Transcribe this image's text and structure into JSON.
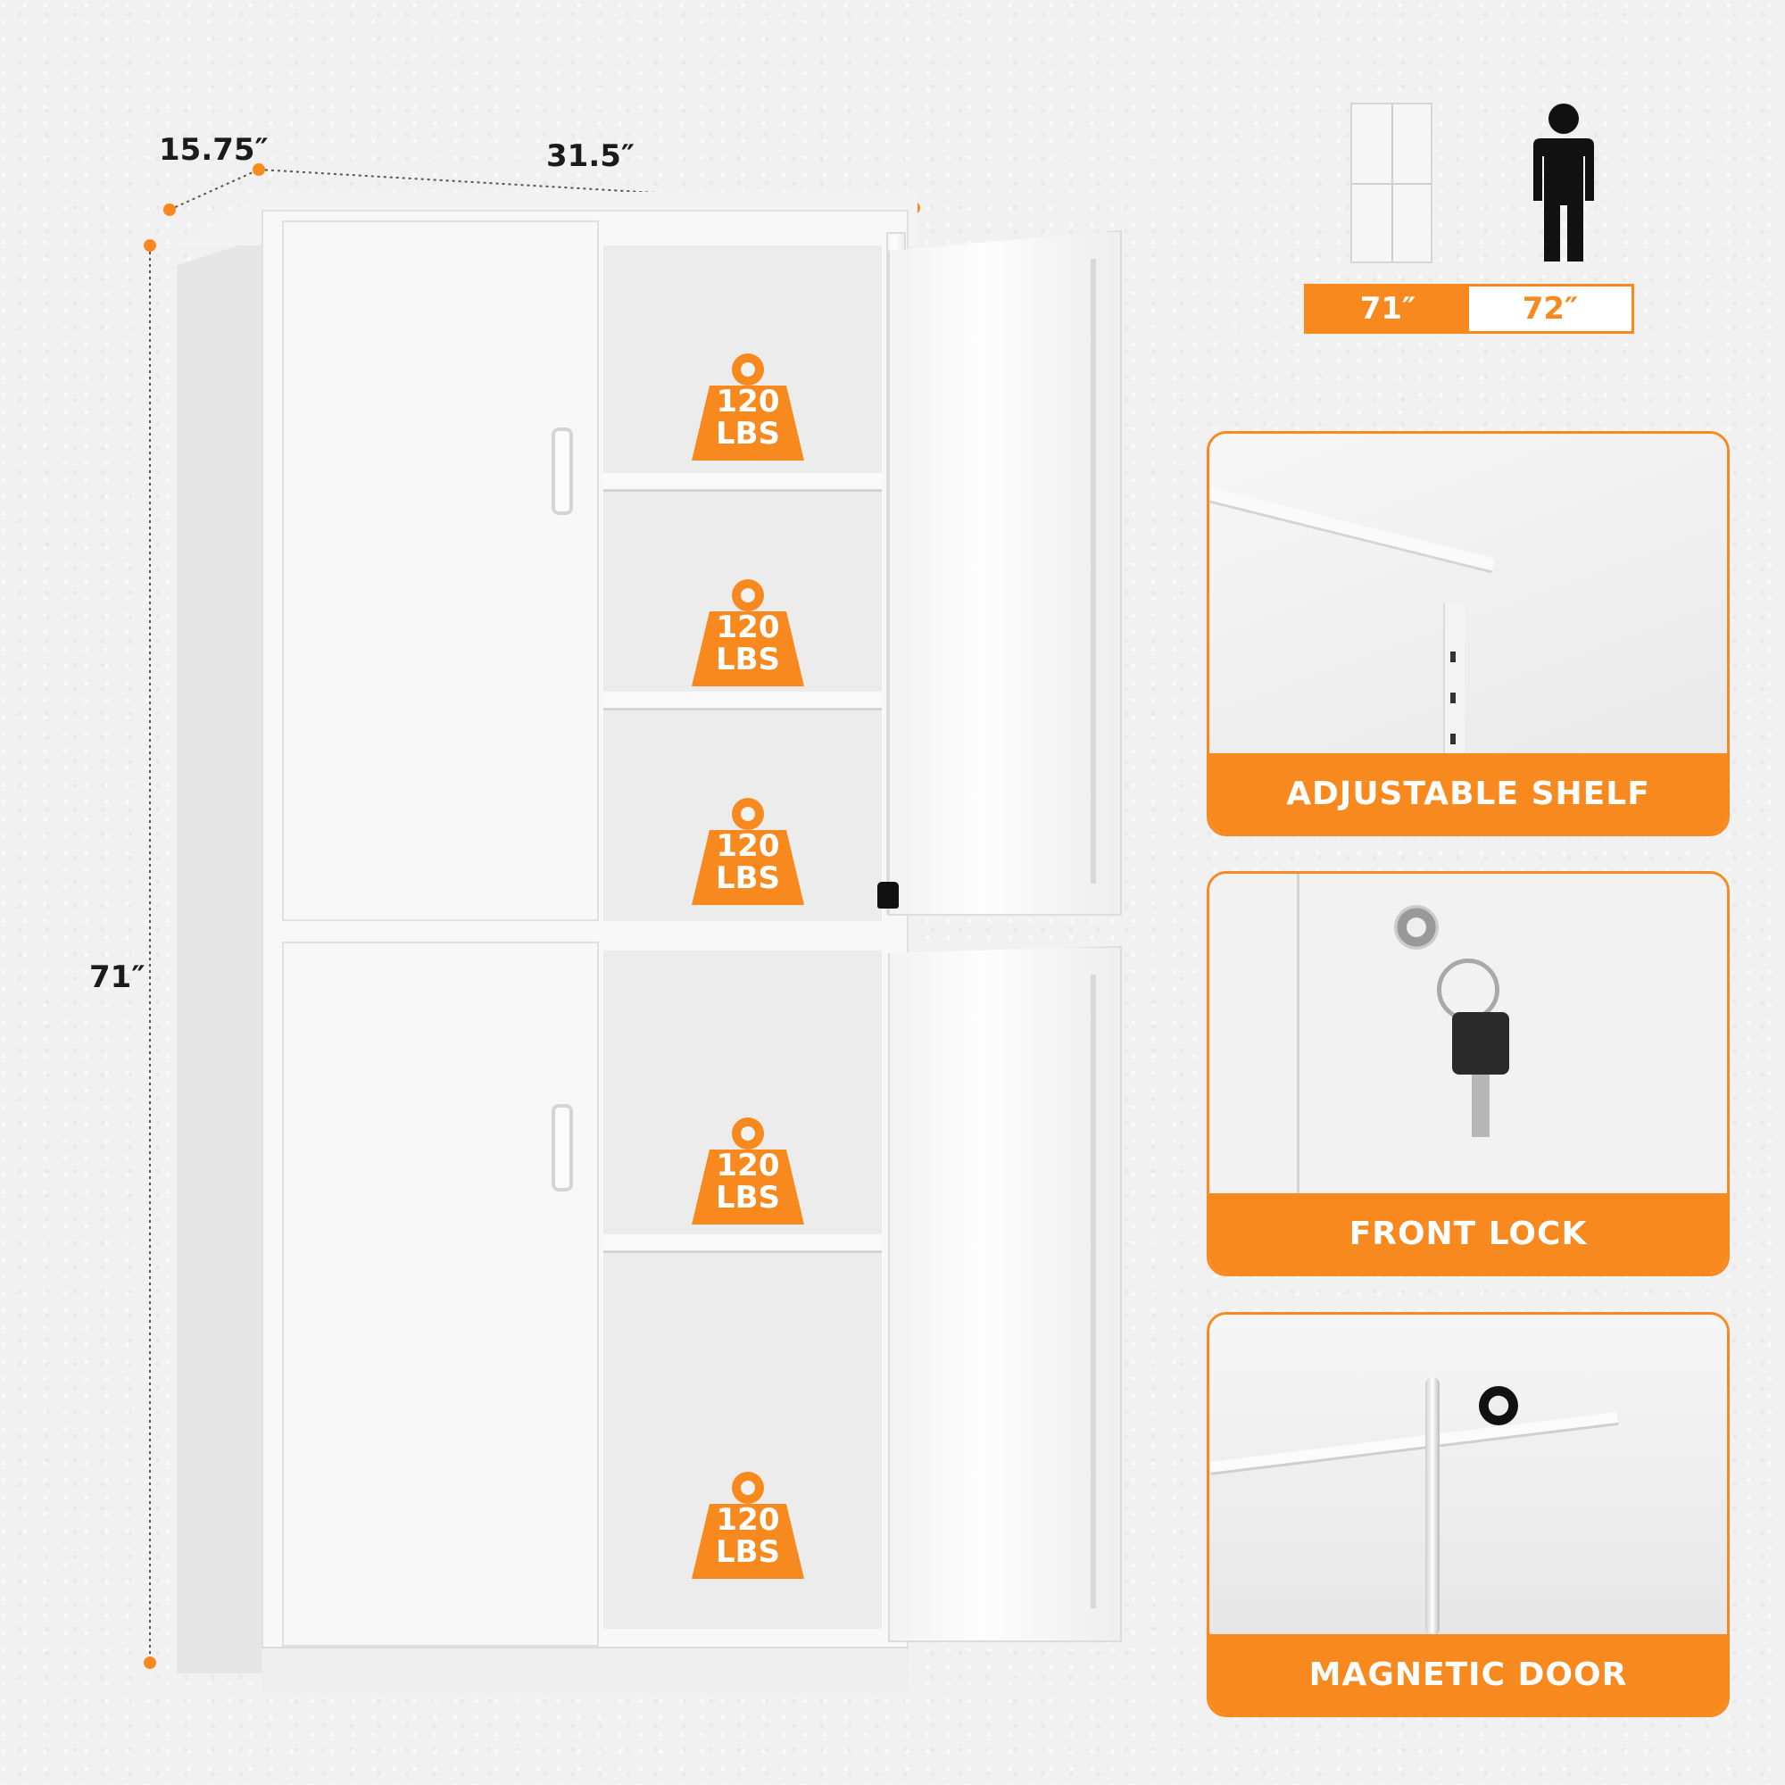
{
  "dimensions": {
    "depth": "15.75″",
    "width": "31.5″",
    "height": "71″"
  },
  "size_compare": {
    "cabinet_height": "71″",
    "person_height": "72″"
  },
  "weight_badges": [
    {
      "value": "120",
      "unit": "LBS"
    },
    {
      "value": "120",
      "unit": "LBS"
    },
    {
      "value": "120",
      "unit": "LBS"
    },
    {
      "value": "120",
      "unit": "LBS"
    },
    {
      "value": "120",
      "unit": "LBS"
    }
  ],
  "features": [
    {
      "label": "ADJUSTABLE SHELF",
      "icon": "shelf-closeup"
    },
    {
      "label": "FRONT LOCK",
      "icon": "lock-key-closeup"
    },
    {
      "label": "MAGNETIC DOOR",
      "icon": "magnet-closeup"
    }
  ],
  "colors": {
    "accent": "#f7891f",
    "cabinet": "#f8f8f8",
    "background": "#f1f1f1"
  }
}
